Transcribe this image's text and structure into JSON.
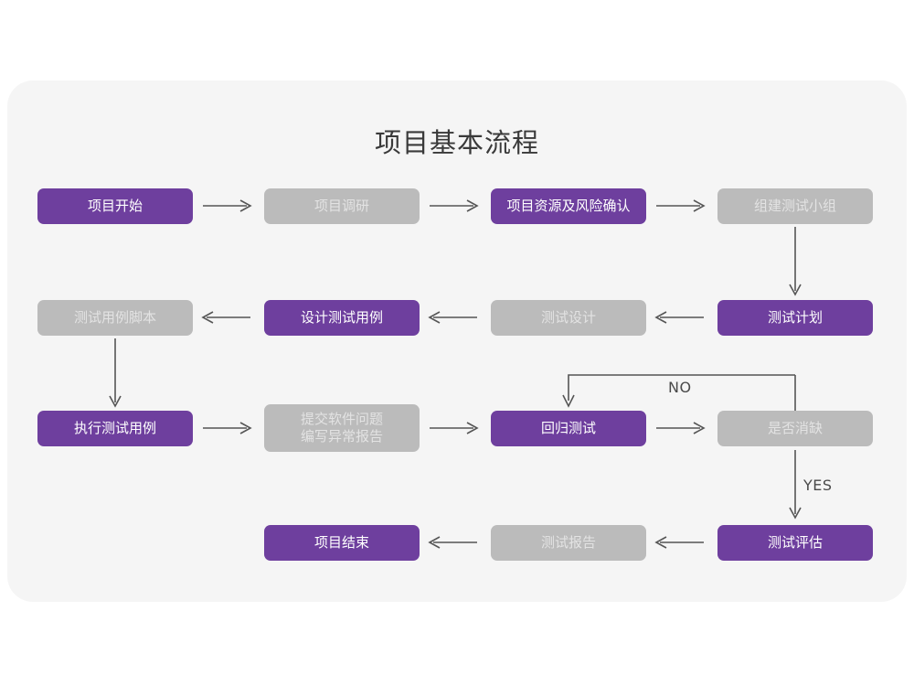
{
  "title": "项目基本流程",
  "colors": {
    "canvas": "#ffffff",
    "card_bg": "#f5f5f5",
    "purple": "#6e3f9e",
    "gray": "#bbbbbb",
    "gray_text": "#e3e3e3",
    "purple_text": "#ffffff",
    "arrow": "#555555",
    "title_text": "#3a3a3a",
    "label_text": "#4a4a4a"
  },
  "nodes": {
    "project_start": "项目开始",
    "project_research": "项目调研",
    "resource_risk_confirm": "项目资源及风险确认",
    "build_test_team": "组建测试小组",
    "test_case_script": "测试用例脚本",
    "design_test_case": "设计测试用例",
    "test_design": "测试设计",
    "test_plan": "测试计划",
    "execute_test_case": "执行测试用例",
    "submit_issue_report": "提交软件问题\n编写异常报告",
    "regression_test": "回归测试",
    "defect_cleared": "是否消缺",
    "project_end": "项目结束",
    "test_report": "测试报告",
    "test_evaluation": "测试评估"
  },
  "labels": {
    "no": "NO",
    "yes": "YES"
  }
}
